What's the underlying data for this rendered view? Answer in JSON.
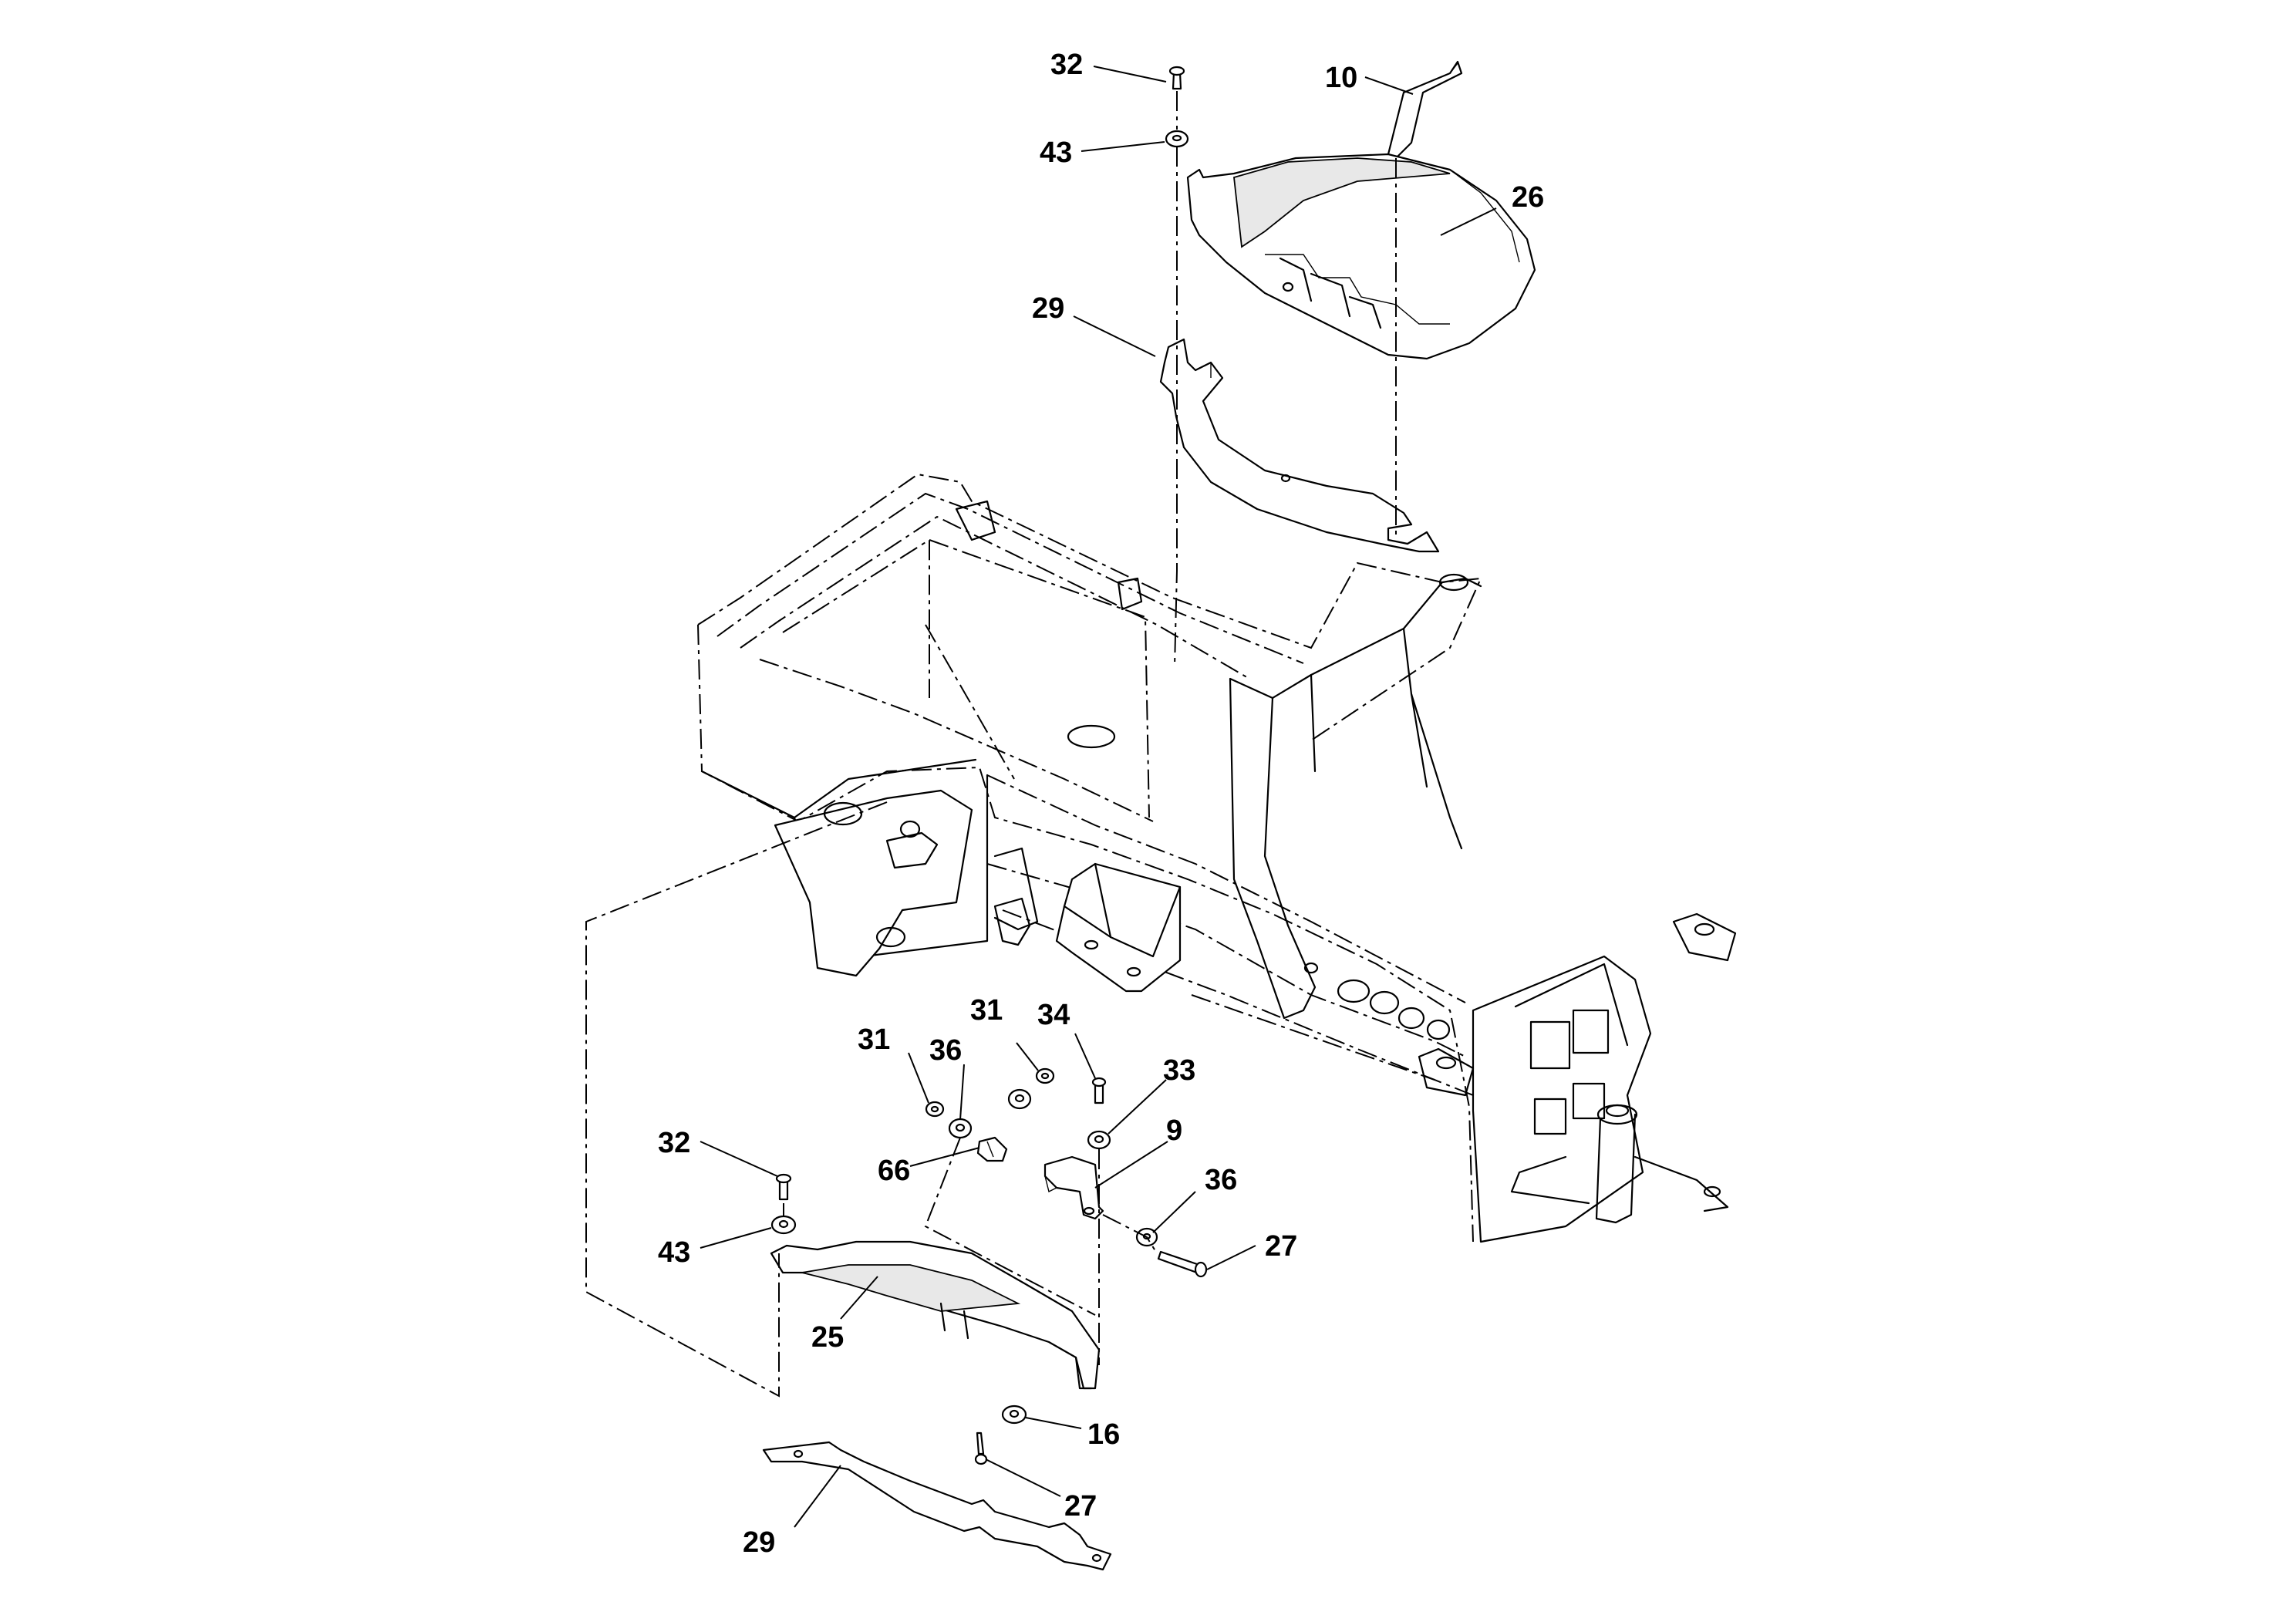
{
  "callouts": {
    "c10": "10",
    "c26": "26",
    "c32_top": "32",
    "c43_top": "43",
    "c29_top": "29",
    "c31_left": "31",
    "c31_right": "31",
    "c36_left": "36",
    "c34": "34",
    "c33": "33",
    "c9": "9",
    "c66": "66",
    "c36_right": "36",
    "c27_right": "27",
    "c32_bottom": "32",
    "c43_bottom": "43",
    "c25": "25",
    "c16": "16",
    "c27_bottom": "27",
    "c29_bottom": "29"
  }
}
